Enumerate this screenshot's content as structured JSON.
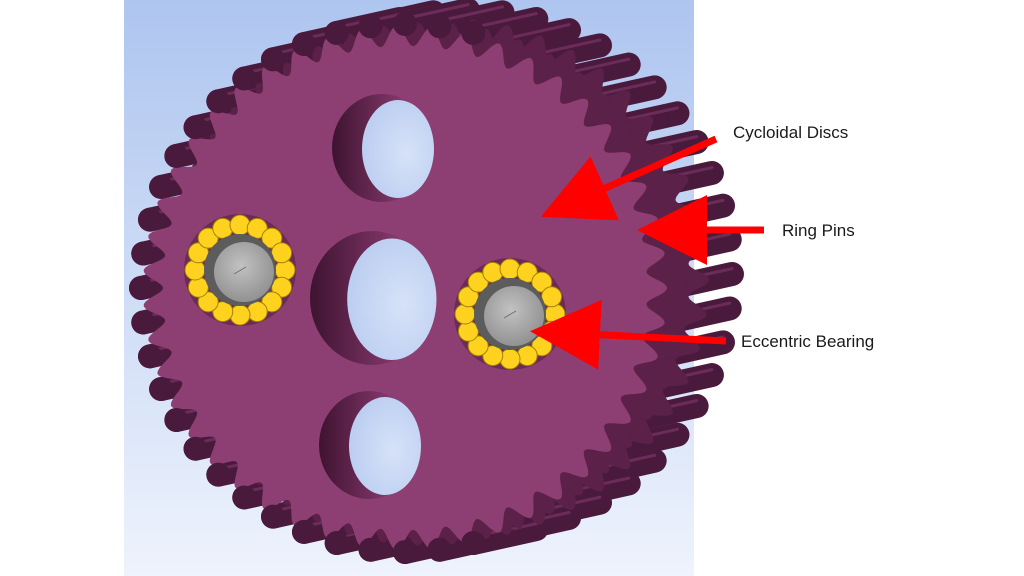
{
  "image": {
    "view_background_top": "#aec5ef",
    "view_background_bottom": "#eef3fd",
    "page_background": "#ffffff",
    "disc_color": "#8d3f73",
    "disc_shadow_color": "#5b2148",
    "pin_color": "#4a1a3d",
    "pin_highlight_color": "#7a3566",
    "roller_color": "#ffd21f",
    "roller_outline_color": "#a08300",
    "bearing_race_color": "#5c5c5c",
    "bearing_face_color": "#a3a3a3",
    "arrow_color": "#ff0000"
  },
  "labels": {
    "cycloidal_discs": "Cycloidal Discs",
    "ring_pins": "Ring Pins",
    "eccentric_bearing": "Eccentric Bearing"
  },
  "parts": {
    "ring_pin_count": 48,
    "bearing_roller_count": 16,
    "disc_hole_count": 3,
    "bearing_count": 2
  }
}
